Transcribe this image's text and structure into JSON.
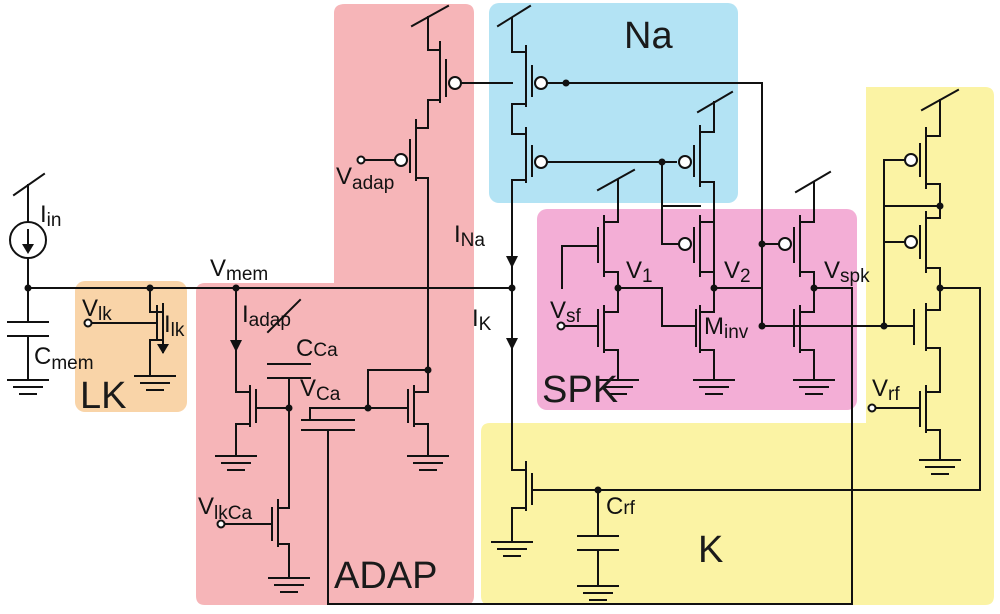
{
  "colors": {
    "adap": "#f6b5b8",
    "na": "#b3e3f4",
    "spk": "#f3aed6",
    "k": "#fbf3a4",
    "lk": "#f9d4a8"
  },
  "blocks": {
    "na": "Na",
    "spk": "SPK",
    "k": "K",
    "adap": "ADAP",
    "lk": "LK"
  },
  "labels": {
    "i_in": {
      "main": "I",
      "sub": "in"
    },
    "c_mem": {
      "main": "C",
      "sub": "mem"
    },
    "v_mem": {
      "main": "V",
      "sub": "mem"
    },
    "v_lk": {
      "main": "V",
      "sub": "lk"
    },
    "i_lk": {
      "main": "I",
      "sub": "lk"
    },
    "v_adap": {
      "main": "V",
      "sub": "adap"
    },
    "i_adap": {
      "main": "I",
      "sub": "adap"
    },
    "c_ca": {
      "main": "C",
      "sub": "Ca"
    },
    "v_ca": {
      "main": "V",
      "sub": "Ca"
    },
    "v_lkca": {
      "main": "V",
      "sub": "lkCa"
    },
    "i_na": {
      "main": "I",
      "sub": "Na"
    },
    "i_k": {
      "main": "I",
      "sub": "K"
    },
    "v_sf": {
      "main": "V",
      "sub": "sf"
    },
    "v_1": {
      "main": "V",
      "sub": "1"
    },
    "v_2": {
      "main": "V",
      "sub": "2"
    },
    "m_inv": {
      "main": "M",
      "sub": "inv"
    },
    "v_spk": {
      "main": "V",
      "sub": "spk"
    },
    "v_rf": {
      "main": "V",
      "sub": "rf"
    },
    "c_rf": {
      "main": "C",
      "sub": "rf"
    }
  }
}
